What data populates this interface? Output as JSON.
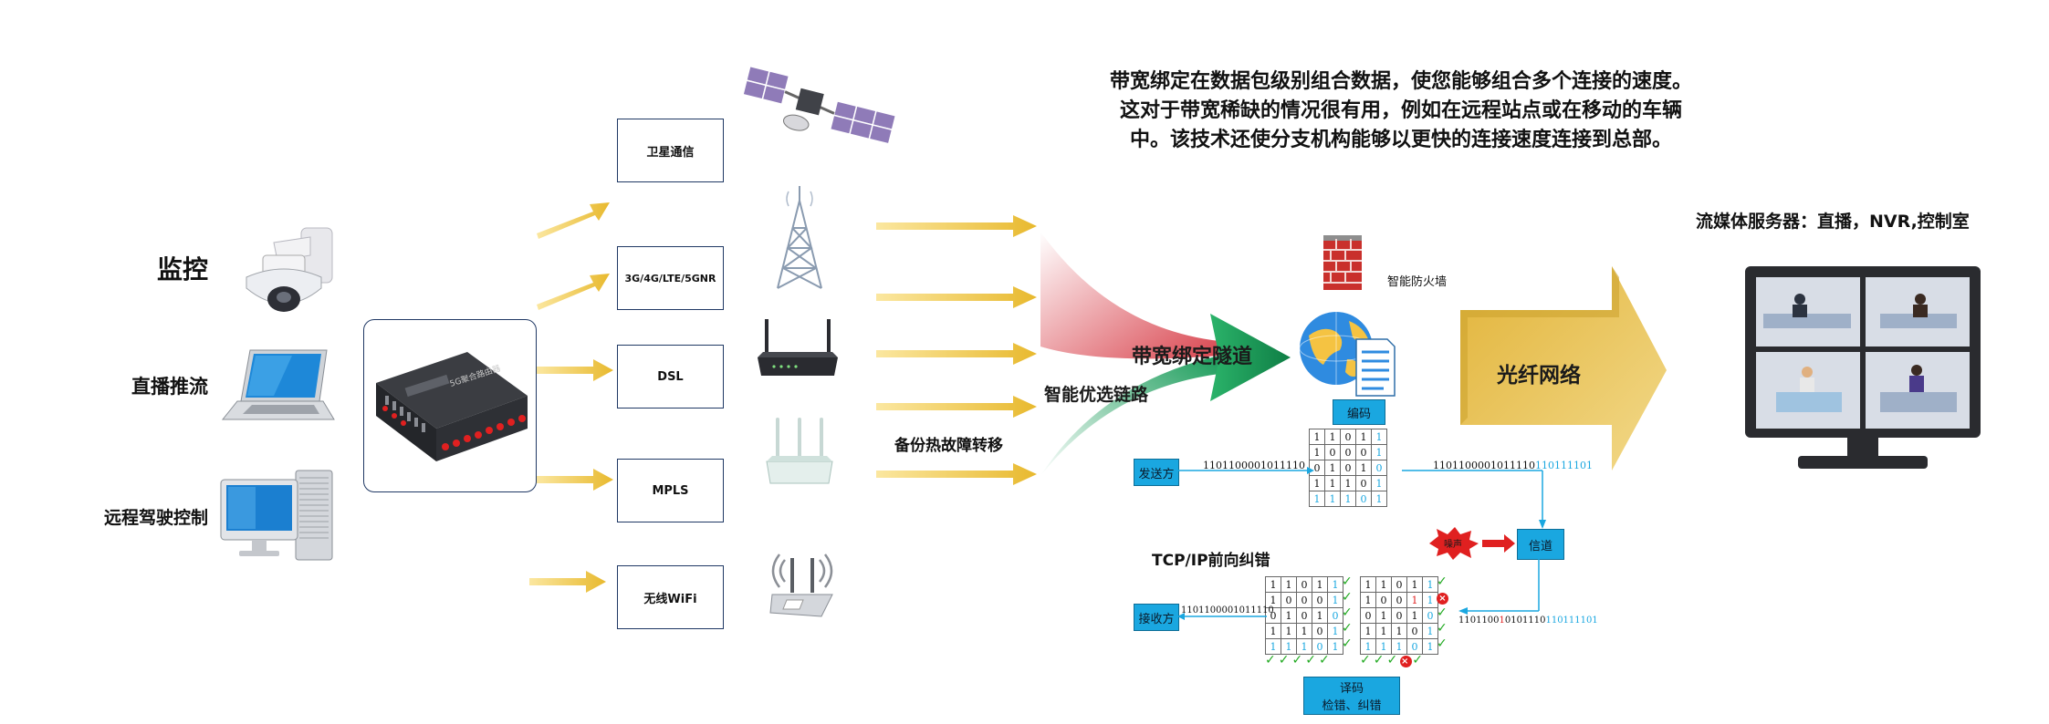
{
  "sources": [
    {
      "label": "监控",
      "icon": "security-camera-icon"
    },
    {
      "label": "直播推流",
      "icon": "laptop-icon"
    },
    {
      "label": "远程驾驶控制",
      "icon": "desktop-computer-icon"
    }
  ],
  "device": {
    "label": "5G聚合路由器"
  },
  "links": [
    {
      "label": "卫星通信",
      "icon": "satellite-icon"
    },
    {
      "label": "3G/4G/LTE/5GNR",
      "icon": "cell-tower-icon"
    },
    {
      "label": "DSL",
      "icon": "dsl-modem-icon"
    },
    {
      "label": "MPLS",
      "icon": "mpls-router-icon"
    },
    {
      "label": "无线WiFi",
      "icon": "wifi-router-icon"
    }
  ],
  "failover_label": "备份热故障转移",
  "tunnel_label": "带宽绑定隧道",
  "smart_link_label": "智能优选链路",
  "description": [
    "带宽绑定在数据包级别组合数据，使您能够组合多个连接的速度。",
    "这对于带宽稀缺的情况很有用，例如在远程站点或在移动的车辆",
    "中。该技术还使分支机构能够以更快的连接速度连接到总部。"
  ],
  "firewall_label": "智能防火墙",
  "fiber_label": "光纤网络",
  "server_label": "流媒体服务器：直播，NVR,控制室",
  "fec": {
    "encode_label": "编码",
    "sender_label": "发送方",
    "receiver_label": "接收方",
    "channel_label": "信道",
    "noise_label": "噪声",
    "tcp_label": "TCP/IP前向纠错",
    "decode_label_1": "译码",
    "decode_label_2": "检错、纠错",
    "send_bits": "1101100001011110",
    "channel_bits_black": "1101100001011110",
    "channel_bits_blue": "110111101",
    "recv_bits_black": "1101100",
    "recv_bits_red": "1",
    "recv_bits_black2": "0101110",
    "recv_bits_blue": "110111101",
    "out_bits": "1101100001011110",
    "encode_matrix": [
      [
        "1",
        "1",
        "0",
        "1",
        "1"
      ],
      [
        "1",
        "0",
        "0",
        "0",
        "1"
      ],
      [
        "0",
        "1",
        "0",
        "1",
        "0"
      ],
      [
        "1",
        "1",
        "1",
        "0",
        "1"
      ],
      [
        "1",
        "1",
        "1",
        "0",
        "1"
      ]
    ],
    "decode_matrix_a": [
      [
        "1",
        "1",
        "0",
        "1",
        "1"
      ],
      [
        "1",
        "0",
        "0",
        "0",
        "1"
      ],
      [
        "0",
        "1",
        "0",
        "1",
        "0"
      ],
      [
        "1",
        "1",
        "1",
        "0",
        "1"
      ],
      [
        "1",
        "1",
        "1",
        "0",
        "1"
      ]
    ],
    "decode_matrix_b": [
      [
        "1",
        "1",
        "0",
        "1",
        "1"
      ],
      [
        "1",
        "0",
        "0",
        "1",
        "1"
      ],
      [
        "0",
        "1",
        "0",
        "1",
        "0"
      ],
      [
        "1",
        "1",
        "1",
        "0",
        "1"
      ],
      [
        "1",
        "1",
        "1",
        "0",
        "1"
      ]
    ],
    "check": "✓",
    "cross": "×"
  },
  "colors": {
    "arrow_gold": "#e8b92e",
    "tunnel_green": "#1a9c5a",
    "tunnel_red": "#d9454f",
    "fiber_gold": "#e2b43a",
    "fec_blue": "#1aa7e0"
  }
}
